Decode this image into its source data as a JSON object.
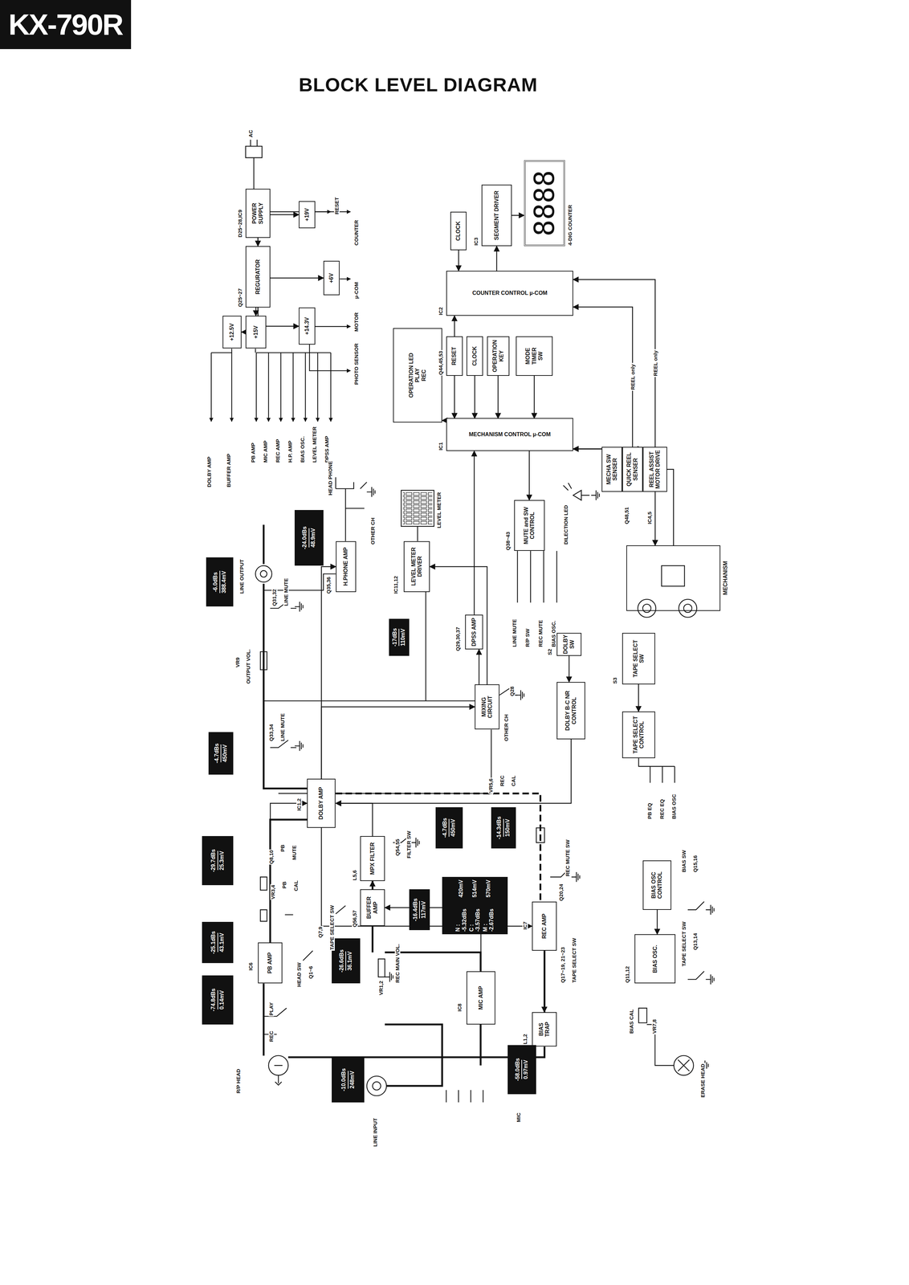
{
  "diagram": {
    "title": "BLOCK LEVEL DIAGRAM",
    "nodes": [
      {
        "text": [
          "KX-790R"
        ]
      },
      {
        "text": [
          "POWER SUPPLY"
        ]
      },
      {
        "text": [
          "REGURATOR"
        ]
      },
      {
        "text": [
          "+19V"
        ]
      },
      {
        "text": [
          "+6V"
        ]
      },
      {
        "text": [
          "+14.3V"
        ]
      },
      {
        "text": [
          "+15V"
        ]
      },
      {
        "text": [
          "+12.5V"
        ]
      },
      {
        "text": [
          "CLOCK"
        ]
      },
      {
        "text": [
          "SEGMENT DRIVER"
        ]
      },
      {
        "text": [
          "8888"
        ]
      },
      {
        "text": [
          "COUNTER CONTROL µ-COM"
        ]
      },
      {
        "text": [
          "OPERATION LED",
          "PLAY",
          "REC"
        ]
      },
      {
        "text": [
          "RESET"
        ]
      },
      {
        "text": [
          "CLOCK"
        ]
      },
      {
        "text": [
          "OPERATION KEY"
        ]
      },
      {
        "text": [
          "MODE TIMER",
          "SW"
        ]
      },
      {
        "text": [
          "MECHANISM CONTROL µ-COM"
        ]
      },
      {
        "text": [
          "MUTE and SW CONTROL"
        ]
      },
      {
        "text": [
          "MECHA SW SENSER"
        ]
      },
      {
        "text": [
          "QUICK REEL",
          "SENSER"
        ]
      },
      {
        "text": [
          "REEL ASSIST",
          "MOTOR DRIVE"
        ]
      },
      {
        "text": [
          "MECHANISM"
        ]
      },
      {
        "text": [
          "H.PHONE AMP"
        ]
      },
      {
        "text": [
          "LEVEL METER DRIVER"
        ]
      },
      {
        "text": [
          "DPSS AMP"
        ]
      },
      {
        "text": [
          "DOLBY SW"
        ]
      },
      {
        "text": [
          "DOLBY B-C NR CONTROL"
        ]
      },
      {
        "text": [
          "MIXING CIRCUIT"
        ]
      },
      {
        "text": [
          "TAPE SELECT SW"
        ]
      },
      {
        "text": [
          "TAPE SELECT CONTROL"
        ]
      },
      {
        "text": [
          "DOLBY AMP"
        ]
      },
      {
        "text": [
          "MPX FILTER"
        ]
      },
      {
        "text": [
          "BUFFER AMP"
        ]
      },
      {
        "text": [
          "PB AMP"
        ]
      },
      {
        "text": [
          "REC AMP"
        ]
      },
      {
        "text": [
          "MIC AMP"
        ]
      },
      {
        "text": [
          "BIAS TRAP"
        ]
      },
      {
        "text": [
          "BIAS OSC CONTROL"
        ]
      },
      {
        "text": [
          "BIAS OSC."
        ]
      },
      {
        "text": [
          "-6.0dBs",
          "388.4mV"
        ]
      },
      {
        "text": [
          "-24.0dBs",
          "48.9mV"
        ]
      },
      {
        "text": [
          "-4.7dBs",
          "450mV"
        ]
      },
      {
        "text": [
          "-17dBs",
          "110mV"
        ]
      },
      {
        "text": [
          "-29.7dBs",
          "25.3mV"
        ]
      },
      {
        "text": [
          "-25.1dBs",
          "43.1mV"
        ]
      },
      {
        "text": [
          "-74.8dBs",
          "0.14mV"
        ]
      },
      {
        "text": [
          "-26.6dBs",
          "36.1mV"
        ]
      },
      {
        "text": [
          "-4.7dBs",
          "450mV"
        ]
      },
      {
        "text": [
          "-14.3dBs",
          "150mV"
        ]
      },
      {
        "text": [
          "N : -5.32dBs",
          "420mV",
          "C : -3.57dBs",
          "514mV",
          "M : -2.67dBs",
          "570mV"
        ]
      },
      {
        "text": [
          "-16.4dBs",
          "117mV"
        ]
      },
      {
        "text": [
          "-10.0dBs",
          "248mV"
        ]
      },
      {
        "text": [
          "-58.0dBs",
          "0.97mV"
        ]
      }
    ],
    "edges": [
      {
        "from": 1,
        "to": 2,
        "arrow": "to"
      },
      {
        "from": 2,
        "to": 3,
        "arrow": "to"
      },
      {
        "from": 2,
        "to": 4,
        "arrow": "to"
      },
      {
        "from": 2,
        "to": 5,
        "arrow": "to"
      },
      {
        "from": 2,
        "to": 6,
        "arrow": "to"
      },
      {
        "from": 2,
        "to": 7,
        "arrow": "to"
      },
      {
        "from": 8,
        "to": 11,
        "arrow": "to"
      },
      {
        "from": 11,
        "to": 9,
        "arrow": "to"
      },
      {
        "from": 9,
        "to": 10,
        "arrow": "to"
      },
      {
        "from": 13,
        "to": 11,
        "arrow": "to"
      },
      {
        "from": 13,
        "to": 17,
        "arrow": "to"
      },
      {
        "from": 14,
        "to": 17,
        "arrow": "to"
      },
      {
        "from": 15,
        "to": 17,
        "arrow": "to"
      },
      {
        "from": 16,
        "to": 17,
        "arrow": "to"
      },
      {
        "from": 17,
        "to": 12,
        "arrow": "to"
      },
      {
        "from": 17,
        "to": 18,
        "arrow": "to"
      },
      {
        "from": 19,
        "to": 17,
        "arrow": "to"
      },
      {
        "from": 20,
        "to": 17,
        "arrow": "to"
      },
      {
        "from": 17,
        "to": 21,
        "arrow": "to"
      },
      {
        "from": 21,
        "to": 22,
        "arrow": "to"
      },
      {
        "from": 22,
        "to": 19,
        "arrow": "to"
      },
      {
        "from": 20,
        "to": 11,
        "label": "REEL only",
        "arrow": "to"
      },
      {
        "from": 21,
        "to": 11,
        "label": "REEL only",
        "arrow": "to"
      },
      {
        "from": 25,
        "to": 17,
        "arrow": "to"
      },
      {
        "from": 28,
        "to": 25,
        "arrow": "to"
      },
      {
        "from": 28,
        "to": 24,
        "arrow": "to"
      },
      {
        "from": 26,
        "to": 27,
        "arrow": "to"
      },
      {
        "from": 27,
        "to": 31,
        "arrow": "to"
      },
      {
        "from": 29,
        "to": 30,
        "arrow": "to"
      },
      {
        "from": 34,
        "to": 31,
        "arrow": "to"
      },
      {
        "from": 33,
        "to": 32,
        "arrow": "to"
      },
      {
        "from": 32,
        "to": 31,
        "arrow": "to"
      },
      {
        "from": 31,
        "to": 35,
        "arrow": "to"
      },
      {
        "from": 36,
        "to": 33,
        "arrow": "to"
      },
      {
        "from": 35,
        "to": 37,
        "arrow": "to"
      },
      {
        "from": 38,
        "to": 39,
        "arrow": "to"
      },
      {
        "from": 31,
        "to": 23,
        "arrow": "to"
      },
      {
        "from": 31,
        "to": 28,
        "arrow": "to"
      }
    ],
    "labels": [
      "AC",
      "RESET",
      "COUNTER",
      "µ-COM",
      "MOTOR",
      "PHOTO SENSOR",
      "DOLBY AMP",
      "BUFFER AMP",
      "PB AMP",
      "MIC AMP",
      "REC AMP",
      "H.P. AMP",
      "BIAS OSC.",
      "LEVEL METER",
      "DPSS AMP",
      "D25~28,IC9",
      "Q25~27",
      "IC3",
      "4-DIG COUNTER",
      "IC2",
      "Q44,45,53",
      "IC1",
      "Q38~43",
      "Q48,51",
      "IC4,5",
      "DILECTION LED",
      "LINE MUTE",
      "R/P SW",
      "REC MUTE",
      "BIAS OSC.",
      "HEAD PHONE",
      "OTHER CH",
      "LEVEL METER",
      "LINE OUTPUT",
      "Q31,32",
      "LINE MUTE",
      "Q35,36",
      "IC11,12",
      "VR9",
      "OUTPUT VOL.",
      "Q33,34",
      "LINE MUTE",
      "Q28",
      "OTHER CH",
      "Q29,30,37",
      "S2",
      "S3",
      "IC1,2",
      "PB EQ",
      "REC EQ",
      "BIAS OSC",
      "Q8,10",
      "PB",
      "MUTE",
      "VR3,4",
      "PB",
      "CAL",
      "Q7,9",
      "TAPE SELECT SW",
      "HEAD SW",
      "Q1~6",
      "REC",
      "PLAY",
      "R/P HEAD",
      "Q54,55",
      "FILTER SW",
      "L5,6",
      "Q56,57",
      "REC MAIN VOL.",
      "VR1,2",
      "VR5,6",
      "REC",
      "CAL",
      "REC MUTE SW",
      "Q20,24",
      "IC7",
      "Q17~19, 21~23",
      "TAPE SELECT SW",
      "L1,2",
      "IC8",
      "IC6",
      "LINE INPUT",
      "MIC",
      "BIAS CAL",
      "VR7,8",
      "ERASE HEAD",
      "BIAS SW",
      "Q15,16",
      "TAPE SELECT SW",
      "Q13,14",
      "Q11,12"
    ]
  }
}
